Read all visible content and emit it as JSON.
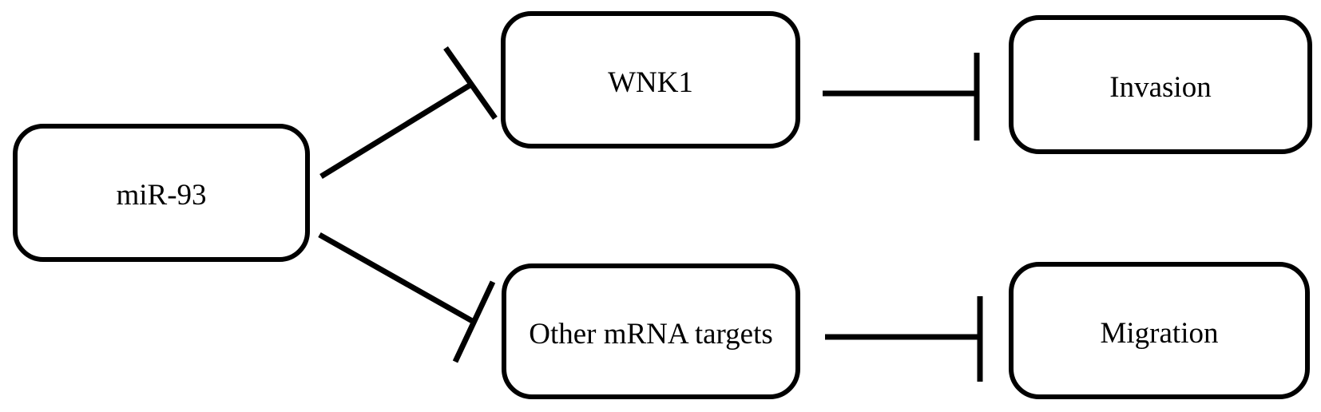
{
  "figure": {
    "background_color": "#ffffff",
    "stroke_color": "#000000",
    "box_fill_color": "#ffffff",
    "nodes": [
      {
        "id": "mir-93",
        "label": "miR-93"
      },
      {
        "id": "wnk1",
        "label": "WNK1"
      },
      {
        "id": "other-mrna-targets",
        "label": "Other mRNA targets"
      },
      {
        "id": "invasion",
        "label": "Invasion"
      },
      {
        "id": "migration",
        "label": "Migration"
      }
    ],
    "edges": [
      {
        "from": "miR-93",
        "to": "WNK1",
        "relation": "inhibits",
        "arrowhead": "t-bar"
      },
      {
        "from": "miR-93",
        "to": "Other mRNA targets",
        "relation": "inhibits",
        "arrowhead": "t-bar"
      },
      {
        "from": "WNK1",
        "to": "Invasion",
        "relation": "inhibits",
        "arrowhead": "t-bar"
      },
      {
        "from": "Other mRNA targets",
        "to": "Migration",
        "relation": "inhibits",
        "arrowhead": "t-bar"
      }
    ]
  }
}
